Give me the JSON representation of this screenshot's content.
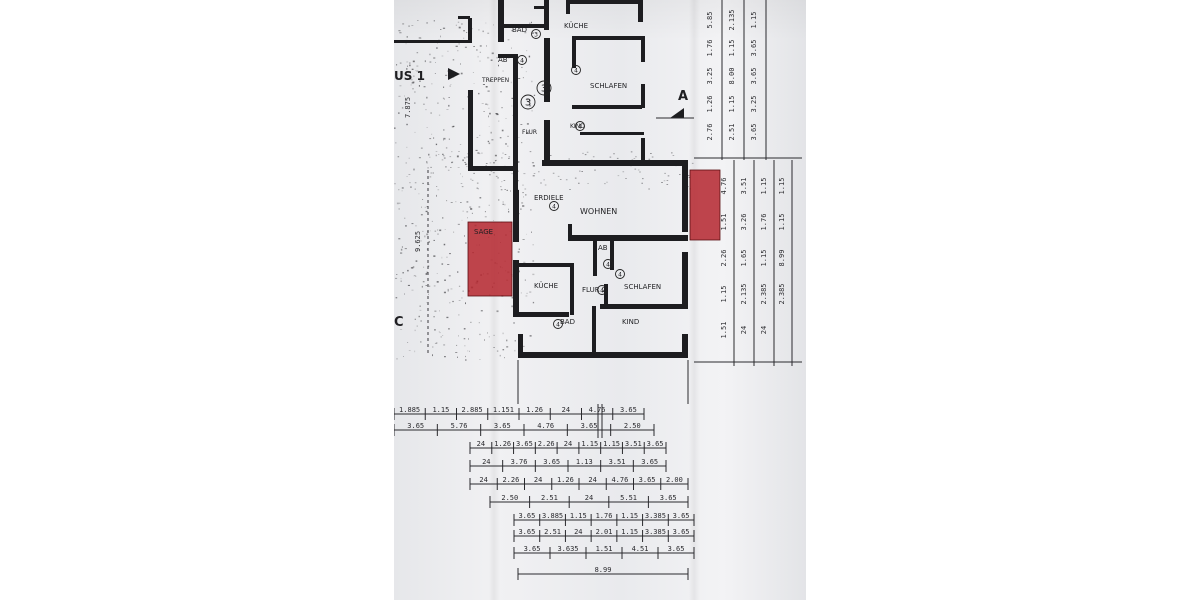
{
  "plan": {
    "section_label": "US 1",
    "axis_mark_a": "A",
    "axis_mark_c": "C",
    "rooms_upper": {
      "kueche": "KÜCHE",
      "bad": "BAD",
      "ab": "AB",
      "treppen": "TREPPEN",
      "schlafen": "SCHLAFEN",
      "kind": "KIND",
      "flur": "FLUR"
    },
    "rooms_main": {
      "erdiele": "ERDIELE",
      "wohnen": "WOHNEN",
      "ab": "AB",
      "kueche": "KÜCHE",
      "flur": "FLUR 2",
      "schlafen": "SCHLAFEN",
      "bad": "BAD",
      "kind": "KIND"
    },
    "marker_red_left": "SAGE",
    "circle_numbers": [
      "3",
      "4",
      "3",
      "3",
      "4",
      "4",
      "4",
      "4",
      "4",
      "4",
      "4"
    ],
    "right_dims_top": [
      "5.85",
      "2.135",
      "1.15",
      "1.76",
      "1.15",
      "3.65",
      "3.25",
      "8.00",
      "3.65",
      "1.26",
      "1.15",
      "3.25",
      "2.76",
      "2.51",
      "3.65"
    ],
    "right_dims_mid": [
      "4.76",
      "3.51",
      "1.15",
      "1.15",
      "1.51",
      "3.26",
      "1.76",
      "1.15",
      "2.26",
      "1.65",
      "1.15",
      "8.99",
      "1.15",
      "2.135",
      "2.385",
      "2.385",
      "1.51",
      "24",
      "24"
    ],
    "left_dim": "9.625",
    "left_dim_top": "7.875",
    "bottom_rows": [
      [
        "1.885",
        "1.15",
        "2.885",
        "1.151",
        "1.26",
        "24",
        "4.76",
        "3.65"
      ],
      [
        "3.65",
        "5.76",
        "3.65",
        "4.76",
        "3.65",
        "2.50"
      ],
      [
        "24",
        "1.26",
        "3.65",
        "2.26",
        "24",
        "1.15",
        "1.15",
        "3.51",
        "3.65"
      ],
      [
        "24",
        "3.76",
        "3.65",
        "1.13",
        "3.51",
        "3.65"
      ],
      [
        "24",
        "2.26",
        "24",
        "1.26",
        "24",
        "4.76",
        "3.65",
        "2.00"
      ],
      [
        "2.50",
        "2.51",
        "24",
        "5.51",
        "3.65"
      ],
      [
        "3.65",
        "3.885",
        "1.15",
        "1.76",
        "1.15",
        "3.385",
        "3.65"
      ],
      [
        "3.65",
        "2.51",
        "24",
        "2.01",
        "1.15",
        "3.385",
        "3.65"
      ],
      [
        "3.65",
        "3.635",
        "1.51",
        "4.51",
        "3.65"
      ],
      [
        "8.99"
      ]
    ]
  }
}
